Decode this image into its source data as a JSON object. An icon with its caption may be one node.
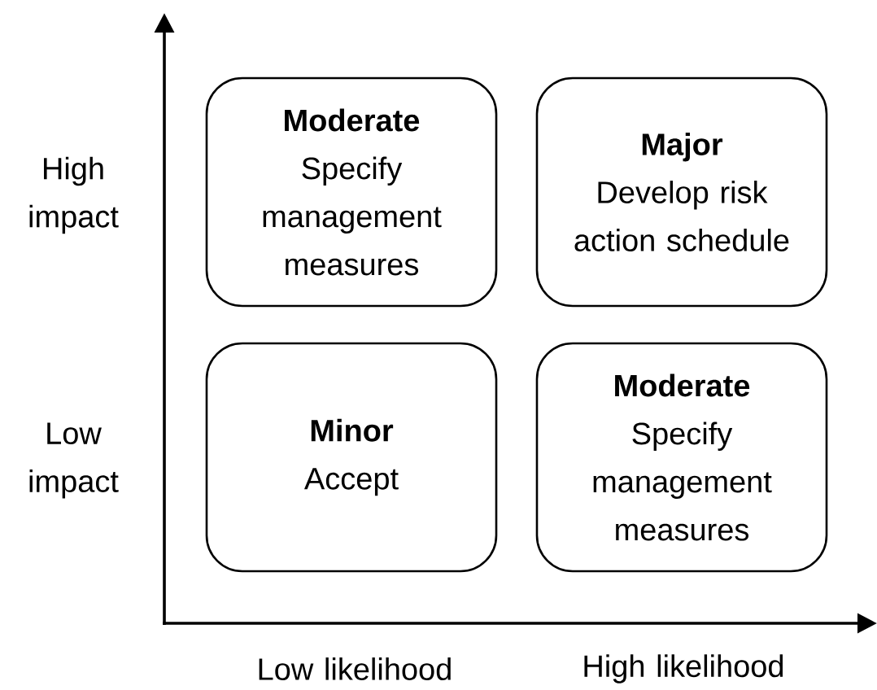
{
  "diagram": {
    "nodes": [
      {
        "text": [
          "Moderate",
          "Specify management measures"
        ]
      },
      {
        "text": [
          "Major",
          "Develop risk action schedule"
        ]
      },
      {
        "text": [
          "Minor",
          "Accept"
        ]
      },
      {
        "text": [
          "Moderate",
          "Specify management measures"
        ]
      }
    ],
    "edges": [],
    "labels": [
      "High impact",
      "Low impact",
      "Low likelihood",
      "High likelihood"
    ]
  }
}
